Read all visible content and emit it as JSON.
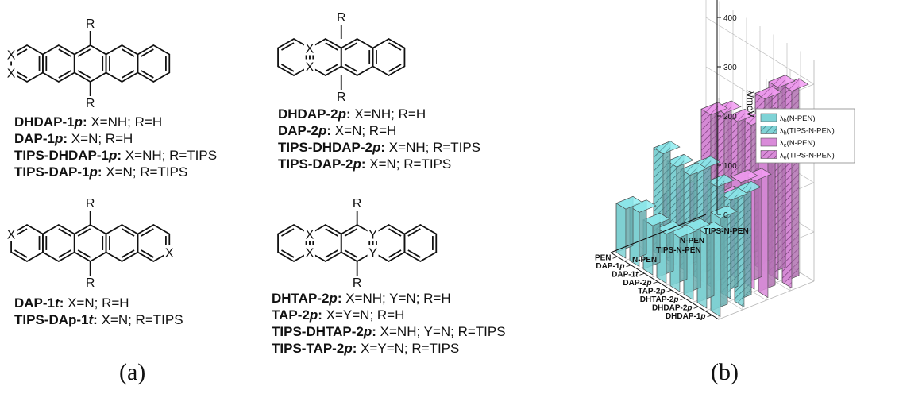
{
  "panel_a": {
    "label": "(a)",
    "atom_labels": {
      "x": "X",
      "y": "Y",
      "r": "R"
    },
    "groups": [
      {
        "id": "g1",
        "lines": [
          {
            "name": "DHDAP-1p",
            "bold": "DHDAP-1",
            "it": "p",
            "rest": ": X=NH; R=H"
          },
          {
            "name": "DAP-1p",
            "bold": "DAP-1",
            "it": "p",
            "rest": ": X=N; R=H"
          },
          {
            "name": "TIPS-DHDAP-1p",
            "bold": "TIPS-DHDAP-1",
            "it": "p",
            "rest": ": X=NH; R=TIPS"
          },
          {
            "name": "TIPS-DAP-1p",
            "bold": "TIPS-DAP-1",
            "it": "p",
            "rest": ": X=N; R=TIPS"
          }
        ]
      },
      {
        "id": "g2",
        "lines": [
          {
            "name": "DHDAP-2p",
            "bold": "DHDAP-2",
            "it": "p",
            "rest": ": X=NH; R=H"
          },
          {
            "name": "DAP-2p",
            "bold": "DAP-2",
            "it": "p",
            "rest": ": X=N; R=H"
          },
          {
            "name": "TIPS-DHDAP-2p",
            "bold": "TIPS-DHDAP-2",
            "it": "p",
            "rest": ": X=NH; R=TIPS"
          },
          {
            "name": "TIPS-DAP-2p",
            "bold": "TIPS-DAP-2",
            "it": "p",
            "rest": ": X=N; R=TIPS"
          }
        ]
      },
      {
        "id": "g3",
        "lines": [
          {
            "name": "DAP-1t",
            "bold": "DAP-1",
            "it": "t",
            "rest": ": X=N; R=H"
          },
          {
            "name": "TIPS-DAp-1t",
            "bold": "TIPS-DAp-1",
            "it": "t",
            "rest": ": X=N; R=TIPS"
          }
        ]
      },
      {
        "id": "g4",
        "lines": [
          {
            "name": "DHTAP-2p",
            "bold": "DHTAP-2",
            "it": "p",
            "rest": ": X=NH; Y=N; R=H"
          },
          {
            "name": "TAP-2p",
            "bold": "TAP-2",
            "it": "p",
            "rest": ": X=Y=N; R=H"
          },
          {
            "name": "TIPS-DHTAP-2p",
            "bold": "TIPS-DHTAP-2",
            "it": "p",
            "rest": ": X=NH; Y=N; R=TIPS"
          },
          {
            "name": "TIPS-TAP-2p",
            "bold": "TIPS-TAP-2",
            "it": "p",
            "rest": ": X=Y=N; R=TIPS"
          }
        ]
      }
    ]
  },
  "panel_b": {
    "label": "(b)"
  },
  "chart_data": {
    "type": "bar",
    "subtype": "3d-bar",
    "categories": [
      {
        "base": "DHDAP-1",
        "it": "p"
      },
      {
        "base": "DHDAP-2",
        "it": "p"
      },
      {
        "base": "DHTAP-2",
        "it": "p"
      },
      {
        "base": "TAP-2",
        "it": "p"
      },
      {
        "base": "DAP-2",
        "it": "p"
      },
      {
        "base": "DAP-1",
        "it": "t"
      },
      {
        "base": "DAP-1",
        "it": "p"
      },
      {
        "base": "PEN",
        "it": ""
      }
    ],
    "depth_categories": [
      "N-PEN",
      "TIPS-N-PEN",
      "N-PEN",
      "TIPS-N-PEN"
    ],
    "series": [
      {
        "sym": "λ",
        "sub": "h",
        "paren": "(N-PEN)",
        "color": "#7fd3d6",
        "hatch": false,
        "values": [
          200,
          150,
          140,
          110,
          100,
          100,
          110,
          100
        ]
      },
      {
        "sym": "λ",
        "sub": "h",
        "paren": "(TIPS-N-PEN)",
        "color": "#7fd3d6",
        "hatch": true,
        "values": [
          230,
          200,
          210,
          230,
          200,
          200,
          210,
          null
        ]
      },
      {
        "sym": "λ",
        "sub": "e",
        "paren": "(N-PEN)",
        "color": "#d98bd9",
        "hatch": false,
        "values": [
          360,
          220,
          200,
          150,
          130,
          120,
          110,
          80
        ]
      },
      {
        "sym": "λ",
        "sub": "e",
        "paren": "(TIPS-N-PEN)",
        "color": "#d98bd9",
        "hatch": true,
        "values": [
          400,
          390,
          350,
          280,
          270,
          270,
          250,
          null
        ]
      }
    ],
    "zaxis": {
      "label": "λ/meV",
      "ticks": [
        0,
        100,
        200,
        300,
        400
      ],
      "range": [
        0,
        450
      ]
    },
    "grid": true,
    "legend": "top-right"
  },
  "colors": {
    "teal": "#7fd3d6",
    "magenta": "#d98bd9",
    "line": "#111111"
  }
}
